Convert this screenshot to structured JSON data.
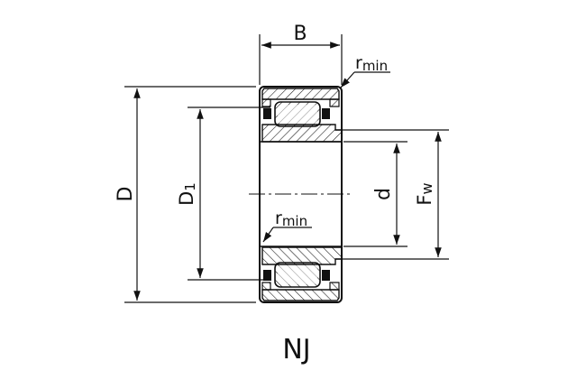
{
  "labels": {
    "width": "B",
    "outer_diameter": "D",
    "outer_ring_raceway": "D",
    "outer_ring_raceway_sub": "1",
    "bore": "d",
    "inner_raceway": "F",
    "inner_raceway_sub": "w",
    "chamfer_top": "r",
    "chamfer_top_sub": "min",
    "chamfer_inner": "r",
    "chamfer_inner_sub": "min"
  },
  "bearing_type": "NJ",
  "colors": {
    "line": "#111111",
    "background": "#ffffff"
  }
}
